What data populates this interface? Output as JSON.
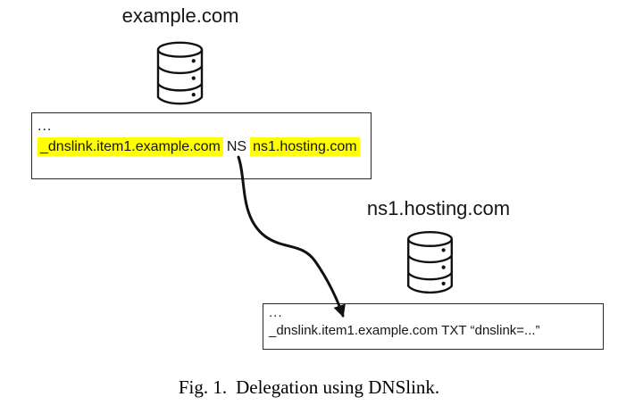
{
  "figure": {
    "caption": {
      "label": "Fig. 1.",
      "text": "Delegation using DNSlink."
    },
    "colors": {
      "highlight": "#ffff00",
      "stroke": "#111111",
      "box_border": "#2a2a2a"
    },
    "zone_parent": {
      "title": "example.com",
      "icon": "database-icon",
      "record_box": {
        "ellipsis": "...",
        "record": {
          "owner": "_dnslink.item1.example.com",
          "type": "NS",
          "value": "ns1.hosting.com"
        }
      }
    },
    "zone_delegated": {
      "title": "ns1.hosting.com",
      "icon": "database-icon",
      "record_box": {
        "ellipsis": "...",
        "record": {
          "owner": "_dnslink.item1.example.com",
          "type": "TXT",
          "value": "“dnslink=...”"
        }
      }
    }
  }
}
